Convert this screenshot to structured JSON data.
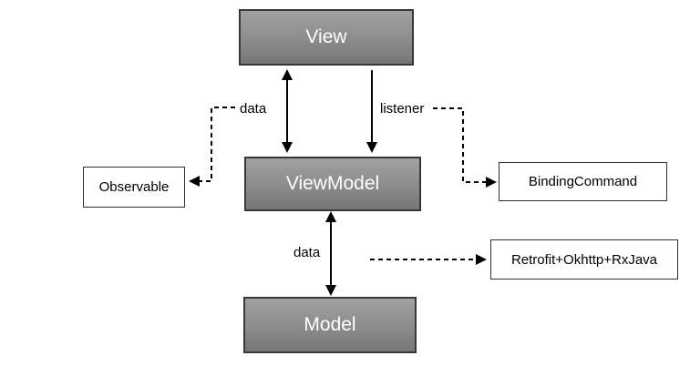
{
  "diagram": {
    "nodes": {
      "view": {
        "label": "View"
      },
      "viewmodel": {
        "label": "ViewModel"
      },
      "model": {
        "label": "Model"
      },
      "observable": {
        "label": "Observable"
      },
      "bindingcommand": {
        "label": "BindingCommand"
      },
      "retrofit": {
        "label": "Retrofit+Okhttp+RxJava"
      }
    },
    "edge_labels": {
      "view_viewmodel_data": "data",
      "view_viewmodel_listener": "listener",
      "viewmodel_model_data": "data"
    },
    "colors": {
      "background": "#ffffff",
      "node_fill_top": "#a1a1a1",
      "node_fill_bottom": "#767676",
      "node_border": "#383838",
      "node_text": "#ffffff",
      "leaf_fill": "#ffffff",
      "leaf_border": "#2f2f2f",
      "leaf_text": "#000000",
      "connector": "#000000"
    }
  }
}
